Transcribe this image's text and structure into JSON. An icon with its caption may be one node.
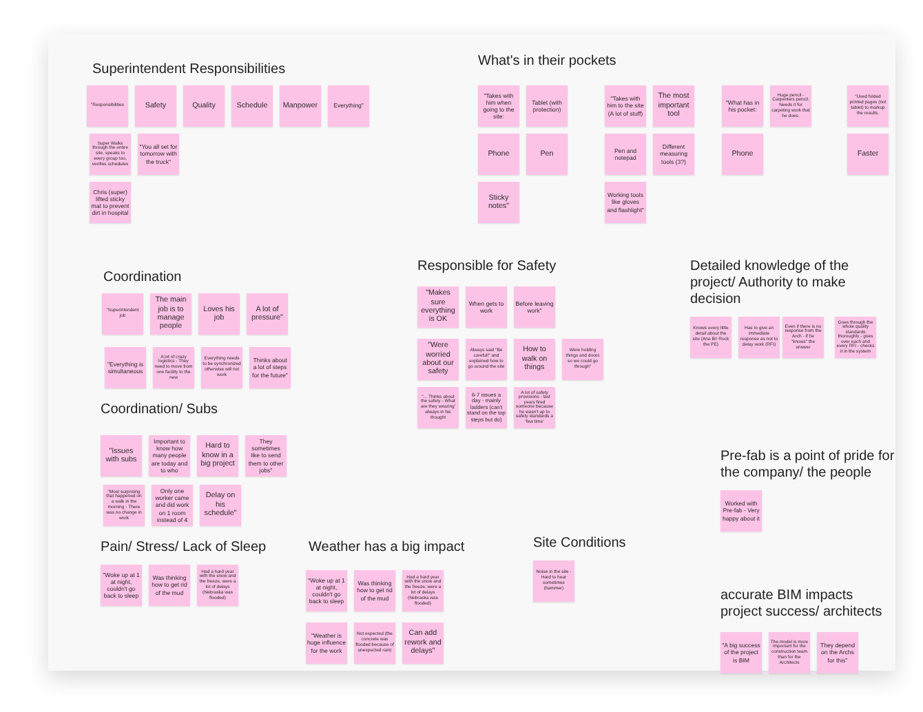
{
  "diagram": {
    "nodes": [
      {
        "text": [
          "\"Responsibilities"
        ]
      },
      {
        "text": [
          "Safety"
        ]
      },
      {
        "text": [
          "Quality"
        ]
      },
      {
        "text": [
          "Schedule"
        ]
      },
      {
        "text": [
          "Manpower"
        ]
      },
      {
        "text": [
          "Everything\""
        ]
      },
      {
        "text": [
          "Super Walks through the entire site, speaks to every group too, verifies schedules"
        ]
      },
      {
        "text": [
          "\"You all set for tomorrow with the truck\""
        ]
      },
      {
        "text": [
          "Chris (super) lifted sticky mat to prevent dirt in hospital"
        ]
      },
      {
        "text": [
          "\"Takes with him when going to the site:"
        ]
      },
      {
        "text": [
          "Tablet (with protection)"
        ]
      },
      {
        "text": [
          "Phone"
        ]
      },
      {
        "text": [
          "Pen"
        ]
      },
      {
        "text": [
          "Sticky notes\""
        ]
      },
      {
        "text": [
          "\"Takes with him to the site (A lot of stuff)"
        ]
      },
      {
        "text": [
          "The most important tool"
        ]
      },
      {
        "text": [
          "Pen and notepad"
        ]
      },
      {
        "text": [
          "Different measuring tools (3?)"
        ]
      },
      {
        "text": [
          "Working tools like gloves and flashlight\""
        ]
      },
      {
        "text": [
          "\"What has in his pocket:"
        ]
      },
      {
        "text": [
          "Huge pencil - Carpenters pencil. Needs it for carpeting work that he does."
        ]
      },
      {
        "text": [
          "Phone"
        ]
      },
      {
        "text": [
          "\"Used folded printed pages (not tablet) to markup the results."
        ]
      },
      {
        "text": [
          "Faster"
        ]
      },
      {
        "text": [
          "\"Superintendent job"
        ]
      },
      {
        "text": [
          "The main job is to manage people"
        ]
      },
      {
        "text": [
          "Loves his job"
        ]
      },
      {
        "text": [
          "A lot of pressure\""
        ]
      },
      {
        "text": [
          "\"Everything is simultaneous"
        ]
      },
      {
        "text": [
          "A lot of crazy logistics - They need to move from one facility to the new"
        ]
      },
      {
        "text": [
          "Everything needs to be synchronized otherwise will not work"
        ]
      },
      {
        "text": [
          "Thinks about a lot of steps for the future\""
        ]
      },
      {
        "text": [
          "\"Makes sure everything is OK"
        ]
      },
      {
        "text": [
          "When gets to work"
        ]
      },
      {
        "text": [
          "Before leaving work\""
        ]
      },
      {
        "text": [
          "\"Were worried about our safety"
        ]
      },
      {
        "text": [
          "Always said \"Be careful!\" and explained how to go around the site"
        ]
      },
      {
        "text": [
          "How to walk on things"
        ]
      },
      {
        "text": [
          "Were holding things and doors so we could go through\""
        ]
      },
      {
        "text": [
          "\"... Thinks about the safety - What are they wearing' always in his thought"
        ]
      },
      {
        "text": [
          "6-7 issues a day - mainly ladders (can't stand on the top steps but do)"
        ]
      },
      {
        "text": [
          "A lot of safety provisions - last years fired someone because he wasn't up to safety standards a 'few time'"
        ]
      },
      {
        "text": [
          "Knows every little detail about the site (Ana B!! Rock the PE)"
        ]
      },
      {
        "text": [
          "Has to give an immediate response as not to delay work (RFI)"
        ]
      },
      {
        "text": [
          "Even if there is no response from the Arch - if he \"knows\" the answer"
        ]
      },
      {
        "text": [
          "Goes through the whole quality standards thoroughly - goes over each and every RFI - checks it in the system"
        ]
      },
      {
        "text": [
          "\"Issues with subs"
        ]
      },
      {
        "text": [
          "Important to know how many people are today and to who"
        ]
      },
      {
        "text": [
          "Hard to know in a big project"
        ]
      },
      {
        "text": [
          "They sometimes like to send them to other jobs\""
        ]
      },
      {
        "text": [
          "\"Most surprising that happened on a walk in the morning - There was no change in work"
        ]
      },
      {
        "text": [
          "Only one worker came and did work on 1 room instead of 4"
        ]
      },
      {
        "text": [
          "Delay on his schedule\""
        ]
      },
      {
        "text": [
          "Worked with Pre-fab - Very happy about it"
        ]
      },
      {
        "text": [
          "\"Woke up at 1 at night, couldn't go back to sleep"
        ]
      },
      {
        "text": [
          "Was thinking how to get rid of the mud"
        ]
      },
      {
        "text": [
          "Had a hard year with the snow and the freeze, were a lot of delays (Nebraska was flooded)"
        ]
      },
      {
        "text": [
          "\"Woke up at 1 at night, couldn't go back to sleep"
        ]
      },
      {
        "text": [
          "Was thinking how to get rid of the mud"
        ]
      },
      {
        "text": [
          "Had a hard year with the snow and the freeze, were a lot of delays (Nebraska was flooded)"
        ]
      },
      {
        "text": [
          "\"Weather is huge influence for the work"
        ]
      },
      {
        "text": [
          "Not expected (the concrete was flooded because of unexpected rain)"
        ]
      },
      {
        "text": [
          "Can add rework and delays\""
        ]
      },
      {
        "text": [
          "Noise in the site - Hard to hear sometimes (hammer)"
        ]
      },
      {
        "text": [
          "\"A big success of the project is BIM"
        ]
      },
      {
        "text": [
          "The model is more important for the construction team than for the Architects"
        ]
      },
      {
        "text": [
          "They depend on the Archs for this\""
        ]
      }
    ],
    "labels": [
      "Superintendent Responsibilities",
      "What's in their pockets",
      "Coordination",
      "Responsible for Safety",
      "Detailed knowledge of the project/ Authority to make decision",
      "Coordination/ Subs",
      "Pre-fab is a point of pride for the company/ the people",
      "Pain/ Stress/ Lack of Sleep",
      "Weather has a big impact",
      "Site Conditions",
      "accurate BIM impacts project success/ architects"
    ]
  }
}
